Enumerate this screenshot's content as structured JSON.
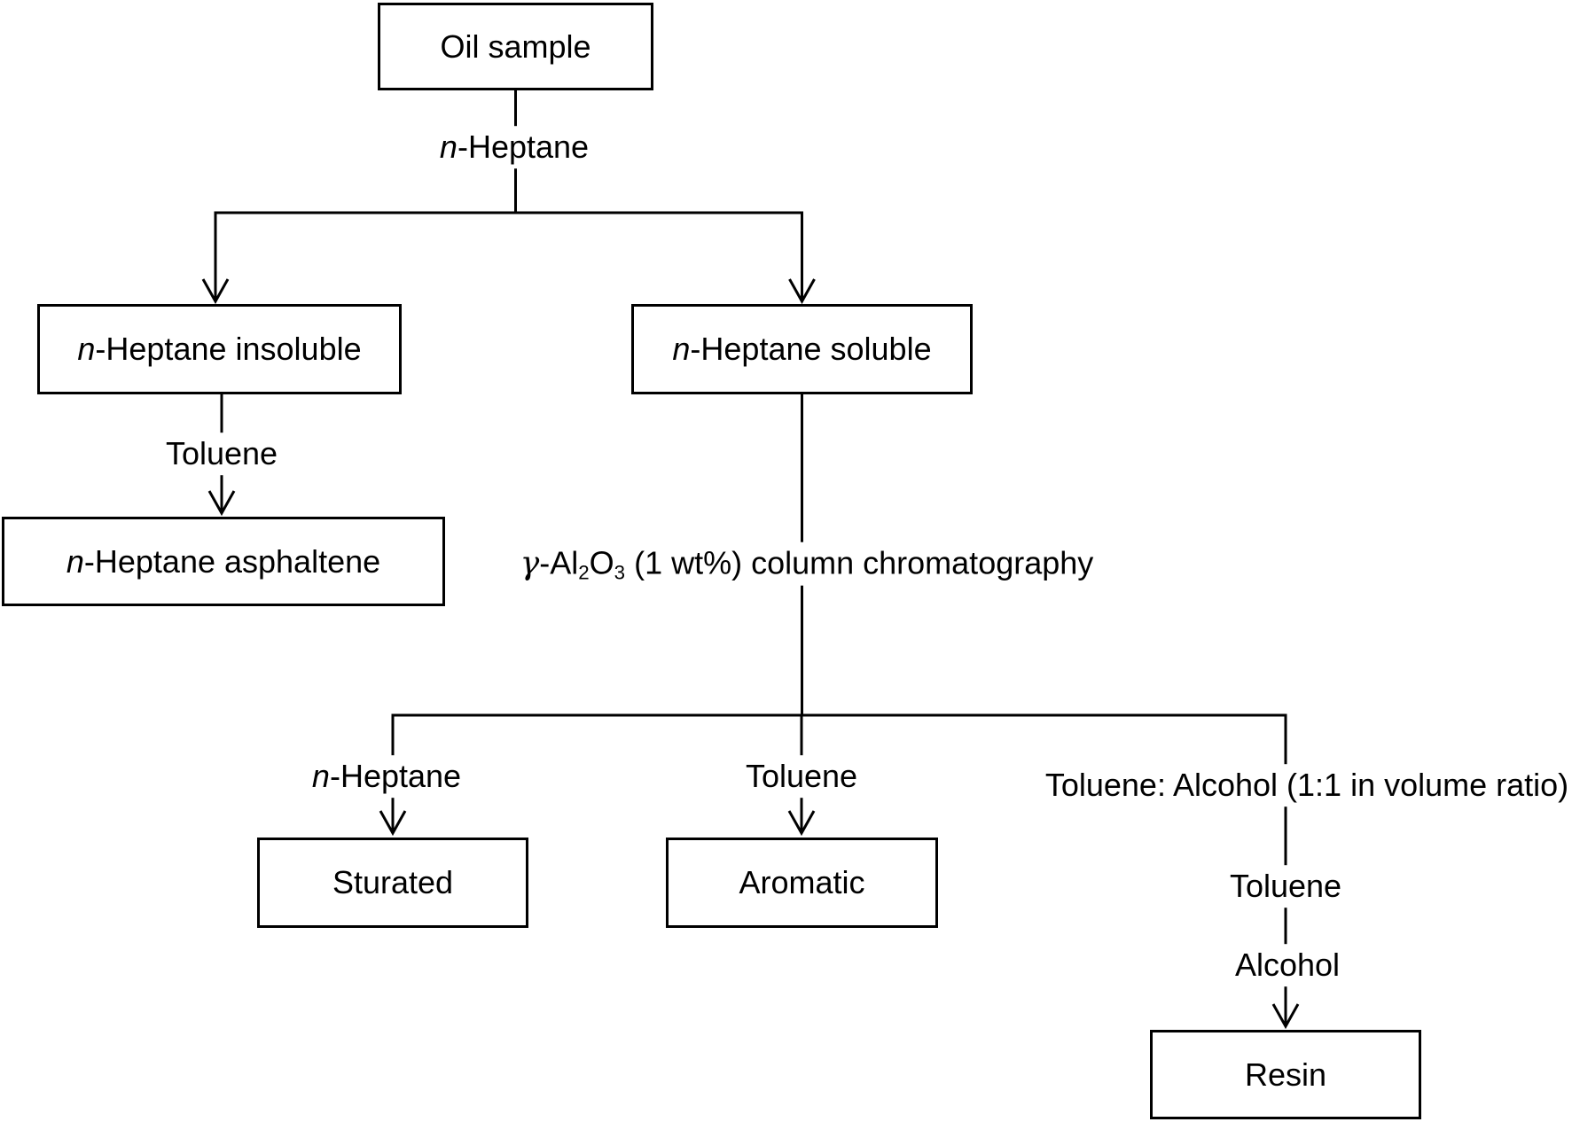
{
  "figure": {
    "colors": {
      "background": "#ffffff",
      "line": "#000000",
      "text": "#000000"
    },
    "boxes": {
      "oil_sample": {
        "label": "Oil sample"
      },
      "heptane_insoluble": {
        "italic": "n",
        "rest": "-Heptane insoluble"
      },
      "heptane_asphaltene": {
        "italic": "n",
        "rest": "-Heptane asphaltene"
      },
      "heptane_soluble": {
        "italic": "n",
        "rest": "-Heptane soluble"
      },
      "saturated": {
        "label": "Sturated"
      },
      "aromatic": {
        "label": "Aromatic"
      },
      "resin": {
        "label": "Resin"
      }
    },
    "edge_labels": {
      "heptane_top": {
        "italic": "n",
        "rest": "-Heptane"
      },
      "toluene_left": {
        "label": "Toluene"
      },
      "chromatography": {
        "gamma": "γ",
        "al": "-Al",
        "sub_2": "2",
        "o": "O",
        "sub_3": "3",
        "rest": " (1 wt%) column chromatography"
      },
      "heptane_bottom": {
        "italic": "n",
        "rest": "-Heptane"
      },
      "toluene_mid": {
        "label": "Toluene"
      },
      "toluene_alcohol": {
        "label": "Toluene: Alcohol (1:1 in volume ratio)"
      },
      "toluene_right": {
        "label": "Toluene"
      },
      "alcohol": {
        "label": "Alcohol"
      }
    }
  }
}
